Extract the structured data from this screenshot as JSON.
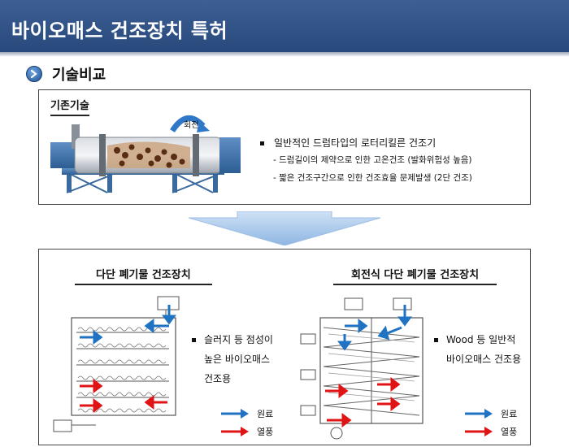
{
  "header": {
    "title": "바이오매스 건조장치 특허"
  },
  "section": {
    "title": "기술비교"
  },
  "prior_art": {
    "label": "기존기술",
    "rotate_label": "회전",
    "bullet": "일반적인 드럼타입의 로터리킬른 건조기",
    "subpoints": [
      "- 드럼길이의 제약으로 인한 고온건조 (발화위험성 높음)",
      "- 짧은 건조구간으로 인한 건조효율 문제발생 (2단 건조)"
    ]
  },
  "comparison": {
    "left": {
      "title": "다단 폐기물 건조장치",
      "bullet_lines": [
        "슬러지 등 점성이",
        "높은 바이오매스",
        "건조용"
      ],
      "legend": {
        "raw": "원료",
        "hot_air": "열풍"
      }
    },
    "right": {
      "title": "회전식 다단 폐기물 건조장치",
      "bullet_lines": [
        "Wood 등 일반적",
        "바이오매스 건조용"
      ],
      "legend": {
        "raw": "원료",
        "hot_air": "열풍"
      }
    }
  },
  "colors": {
    "header": "#2f5286",
    "raw_arrow": "#1f73c2",
    "hot_arrow": "#e01414",
    "down_arrow": "#b7d2f0"
  },
  "icons": {
    "section_bullet": "arrow-circle-icon",
    "bullet": "square-bullet-icon"
  }
}
